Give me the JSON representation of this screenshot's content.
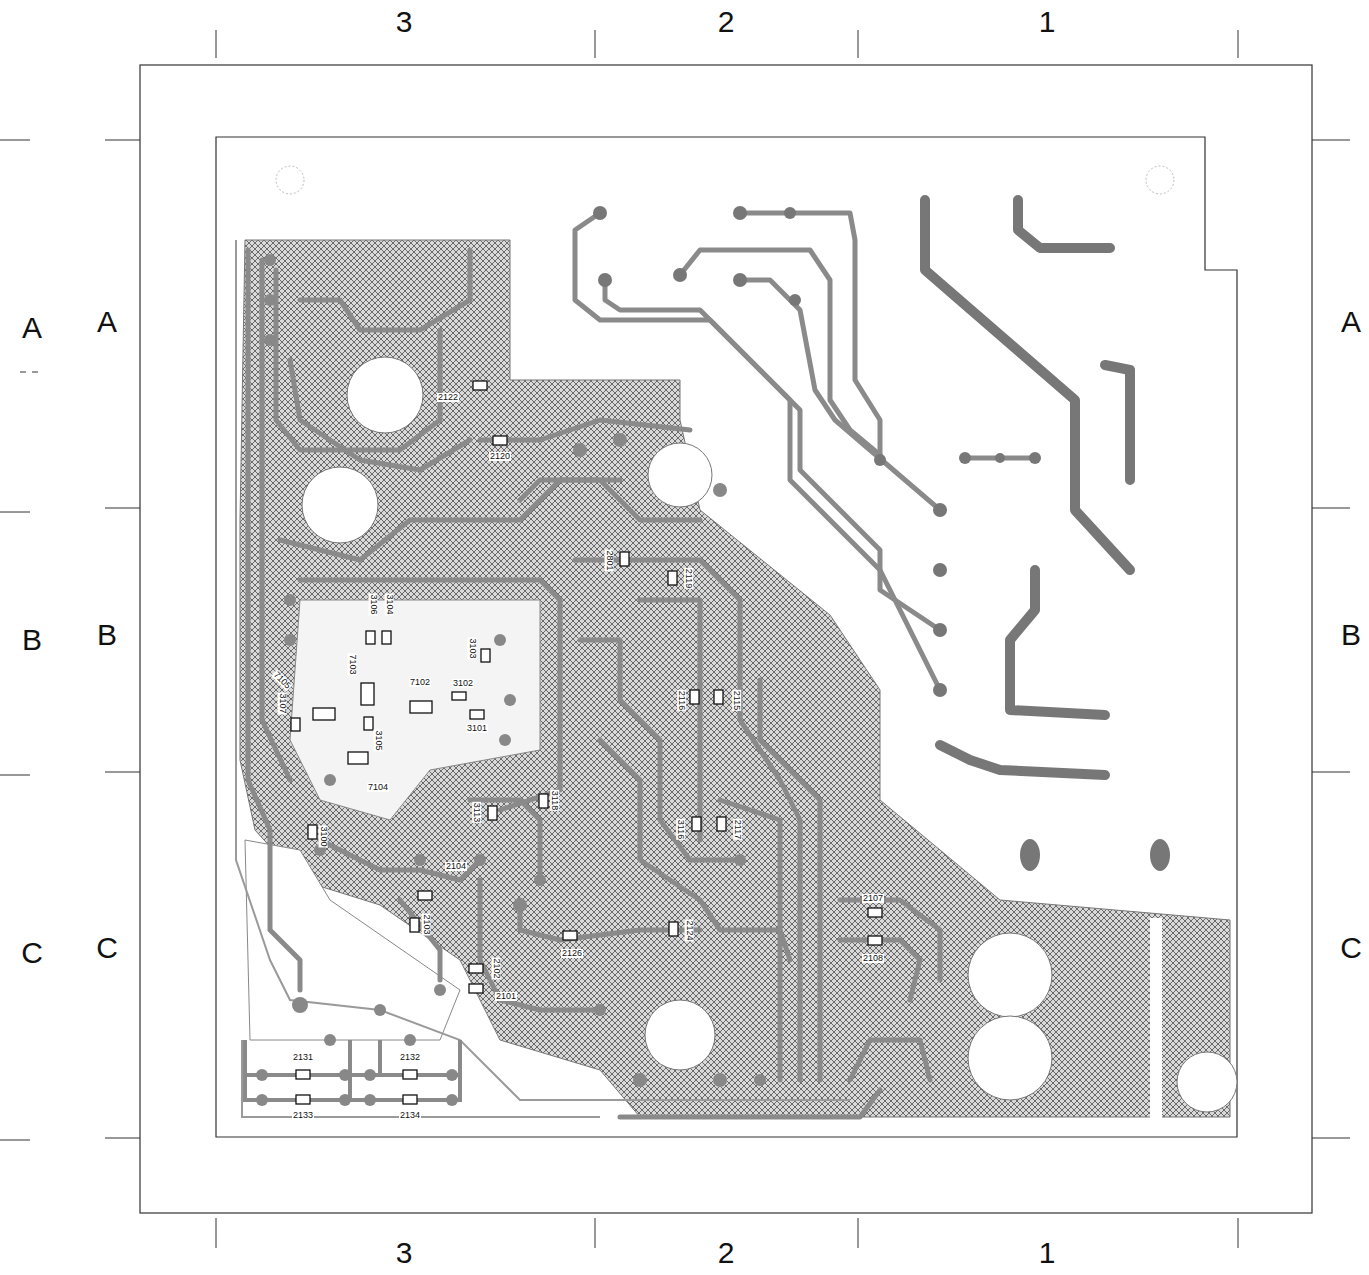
{
  "diagram": {
    "labels": [
      "3",
      "2",
      "1",
      "A",
      "A",
      "A",
      "B",
      "B",
      "B",
      "C",
      "C",
      "C",
      "3",
      "2",
      "1",
      "2122",
      "2120",
      "2801",
      "2119",
      "3106",
      "3104",
      "3103",
      "7103",
      "7105",
      "3107",
      "7102",
      "3102",
      "3101",
      "3105",
      "7104",
      "2116",
      "2115",
      "3113",
      "3118",
      "3100",
      "3116",
      "2117",
      "2104",
      "2103",
      "2126",
      "2124",
      "2107",
      "2108",
      "2102",
      "2101",
      "2131",
      "2132",
      "2133",
      "2134"
    ]
  }
}
